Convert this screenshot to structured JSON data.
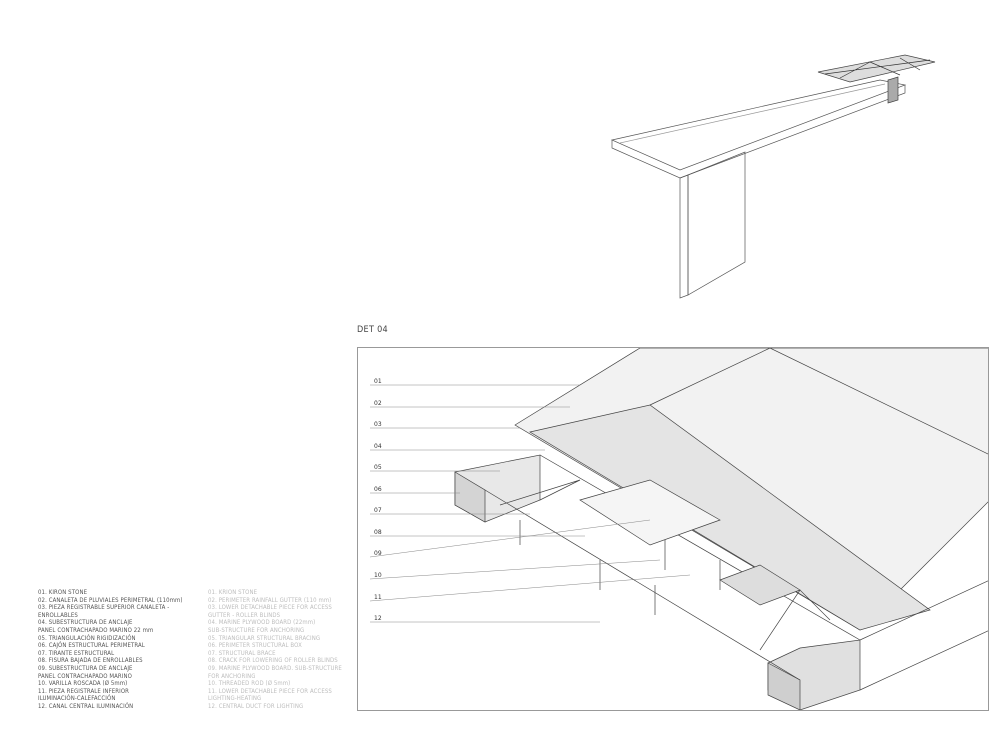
{
  "detail_title": "DET 04",
  "callouts": [
    "01",
    "02",
    "03",
    "04",
    "05",
    "06",
    "07",
    "08",
    "09",
    "10",
    "11",
    "12"
  ],
  "legend_es": [
    "01. KIRON STONE",
    "02. CANALETA DE PLUVIALES PERIMETRAL (110mm)",
    "03. PIEZA REGISTRABLE SUPERIOR CANALETA -",
    "ENROLLABLES",
    "04. SUBESTRUCTURA  DE ANCLAJE",
    "PANEL CONTRACHAPADO MARINO 22 mm",
    "05. TRIANGULACIÓN RIGIDIZACIÓN",
    "06. CAJÓN ESTRUCTURAL PERIMETRAL",
    "07. TIRANTE ESTRUCTURAL",
    "08. FISURA BAJADA DE ENROLLABLES",
    "09. SUBESTRUCTURA  DE ANCLAJE",
    "PANEL CONTRACHAPADO MARINO",
    "10. VARILLA ROSCADA  (Ø 5mm)",
    "11. PIEZA REGISTRALE INFERIOR",
    "ILUMINACIÓN-CALEFACCIÓN",
    "12. CANAL CENTRAL ILUMINACIÓN"
  ],
  "legend_en": [
    "01. KRION STONE",
    "02. PERIMETER RAINFALL GUTTER (110 mm)",
    "03. LOWER DETACHABLE PIECE FOR ACCESS",
    "GUTTER - ROLLER BLINDS",
    "04. MARINE PLYWOOD BOARD (22mm)",
    "SUB-STRUCTURE FOR ANCHORING",
    "05. TRIANGULAR STRUCTURAL BRACING",
    "06. PERIMETER STRUCTURAL BOX",
    "07. STRUCTURAL BRACE",
    "08. CRACK FOR LOWERING OF ROLLER BLINDS",
    "09. MARINE PLYWOOD BOARD.  SUB-STRUCTURE",
    "FOR ANCHORING",
    "10. THREADED ROD (Ø 5mm)",
    "11. LOWER DETACHABLE PIECE FOR ACCESS",
    "LIGHTING-HEATING",
    "12. CENTRAL DUCT FOR LIGHTING"
  ]
}
